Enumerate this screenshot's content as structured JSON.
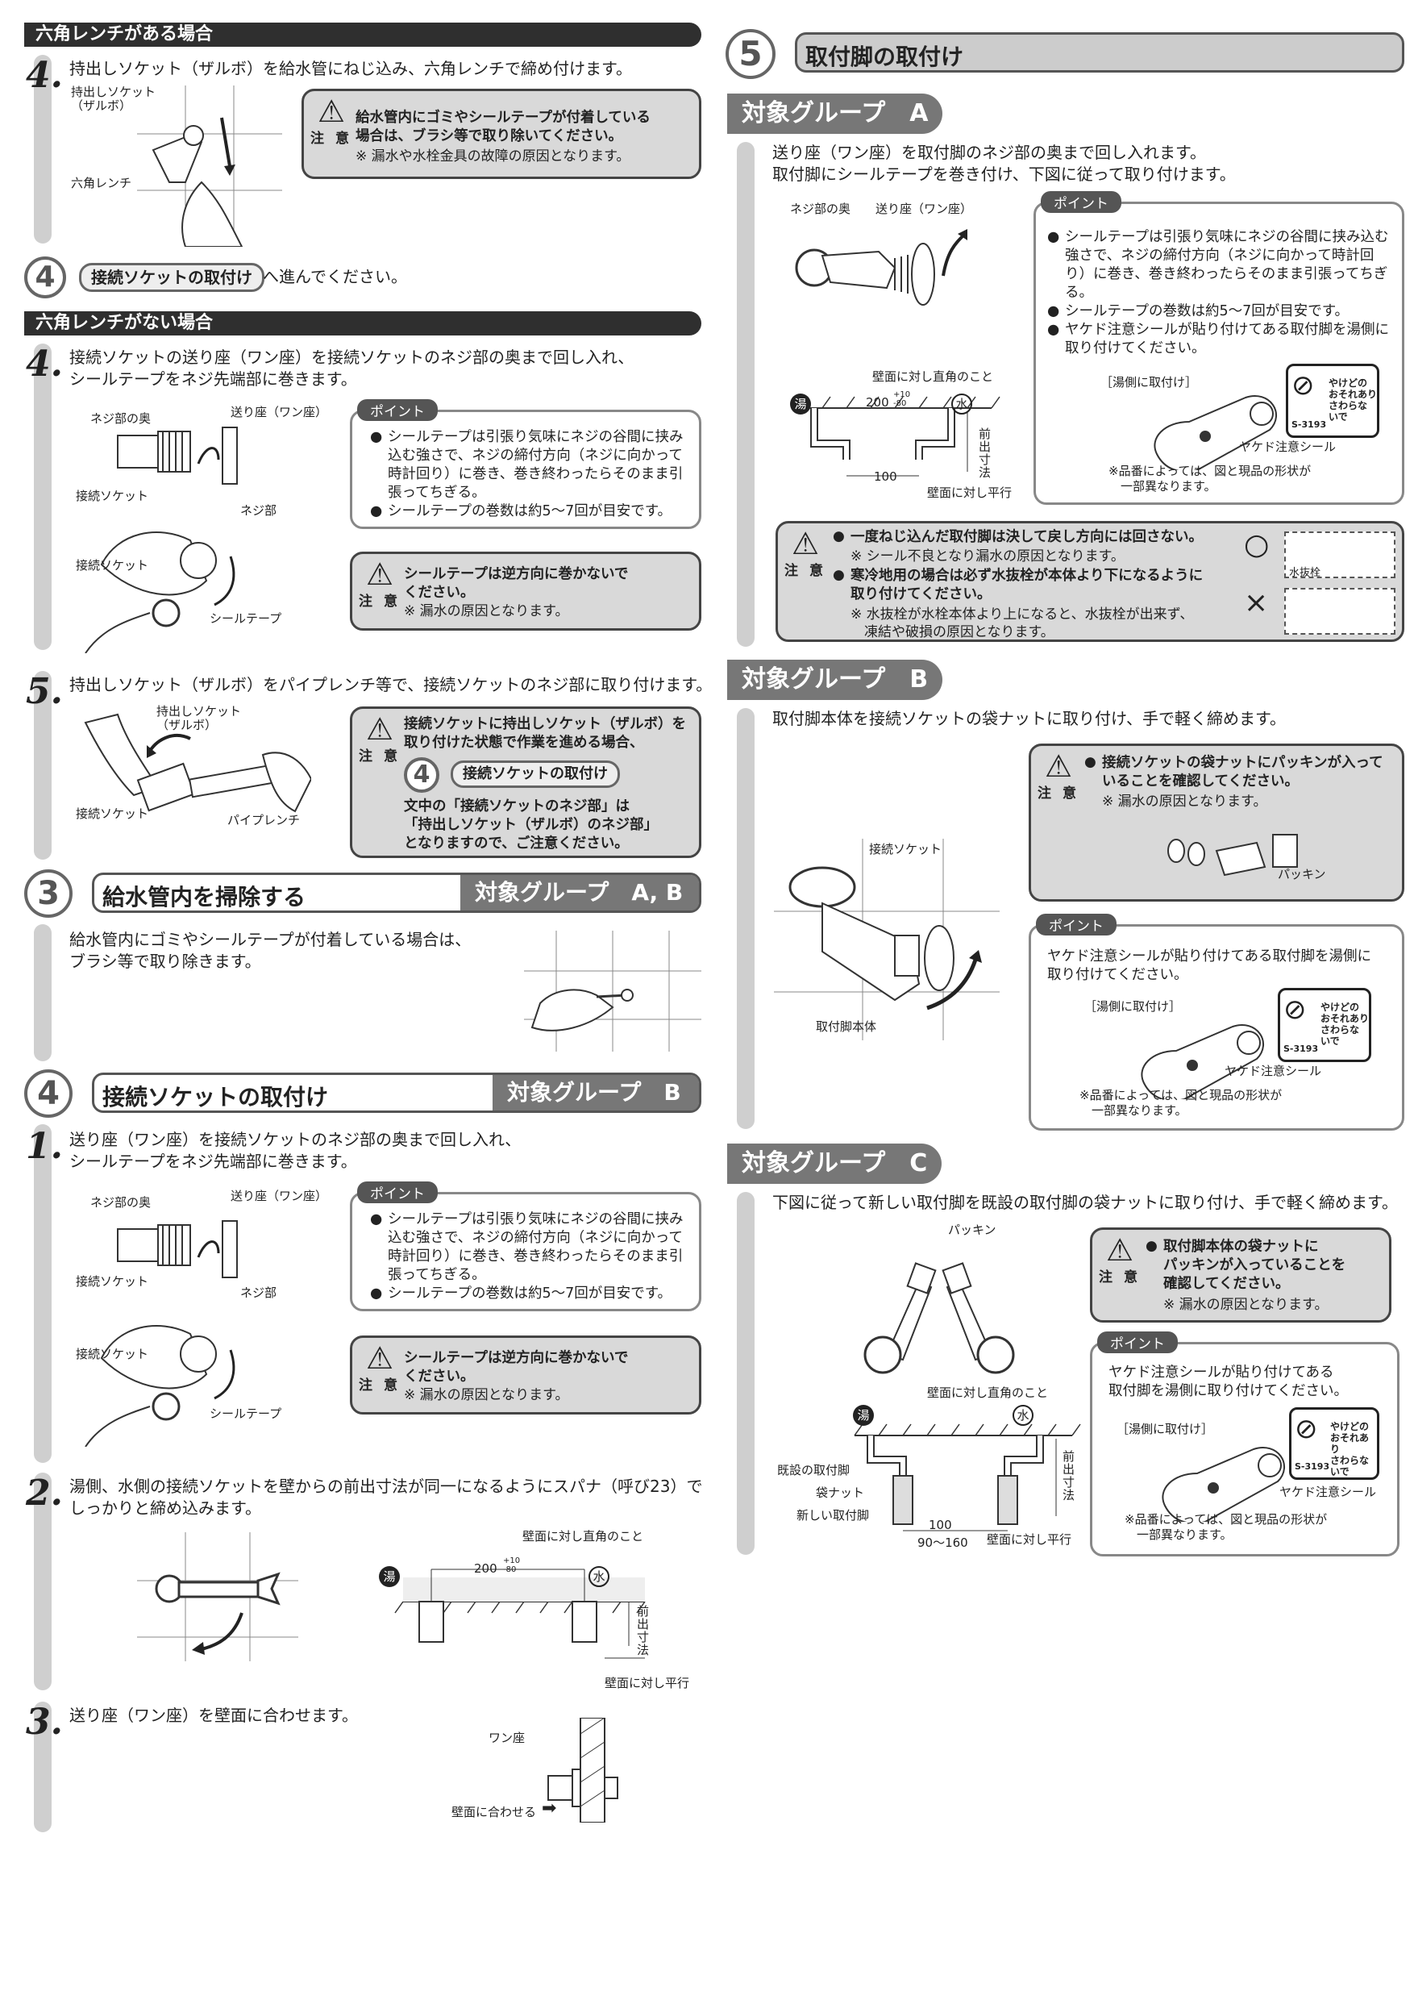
{
  "left": {
    "bar1": "六角レンチがある場合",
    "s4a": {
      "num": "4.",
      "text": "持出しソケット（ザルボ）を給水管にねじ込み、六角レンチで締め付けます。"
    },
    "s4a_labels": {
      "socket": "持出しソケット\n（ザルボ）",
      "wrench": "六角レンチ"
    },
    "caution1": {
      "label": "注 意",
      "body": "給水管内にゴミやシールテープが付着している\n場合は、ブラシ等で取り除いてください。",
      "note": "※ 漏水や水栓金具の故障の原因となります。"
    },
    "goto": {
      "num": "4",
      "pill": "接続ソケットの取付け",
      "after": "へ進んでください。"
    },
    "bar2": "六角レンチがない場合",
    "s4b": {
      "num": "4.",
      "text": "接続ソケットの送り座（ワン座）を接続ソケットのネジ部の奥まで回し入れ、\nシールテープをネジ先端部に巻きます。"
    },
    "fig_labels": {
      "neji_oku": "ネジ部の奥",
      "okuriza": "送り座（ワン座）",
      "socket": "接続ソケット",
      "nejibu": "ネジ部",
      "tape": "シールテープ"
    },
    "point": {
      "tag": "ポイント",
      "items": [
        "シールテープは引張り気味にネジの谷間に挟み込む強さで、ネジの締付方向（ネジに向かって時計回り）に巻き、巻き終わったらそのまま引張ってちぎる。",
        "シールテープの巻数は約5～7回が目安です。"
      ]
    },
    "caution2": {
      "label": "注 意",
      "body": "シールテープは逆方向に巻かないで\nください。",
      "note": "※ 漏水の原因となります。"
    },
    "s5": {
      "num": "5.",
      "text": "持出しソケット（ザルボ）をパイプレンチ等で、接続ソケットのネジ部に取り付けます。"
    },
    "s5_labels": {
      "socket": "持出しソケット\n（ザルボ）",
      "csocket": "接続ソケット",
      "pipe": "パイプレンチ"
    },
    "caution3": {
      "label": "注 意",
      "body1": "接続ソケットに持出しソケット（ザルボ）を\n取り付けた状態で作業を進める場合、",
      "num": "4",
      "pill": "接続ソケットの取付け",
      "body2": "文中の「接続ソケットのネジ部」は\n「持出しソケット（ザルボ）のネジ部」\nとなりますので、ご注意ください。"
    },
    "sec3": {
      "num": "3",
      "title": "給水管内を掃除する",
      "group": "対象グループ　A, B",
      "text": "給水管内にゴミやシールテープが付着している場合は、\nブラシ等で取り除きます。"
    },
    "sec4": {
      "num": "4",
      "title": "接続ソケットの取付け",
      "group": "対象グループ　B"
    },
    "s1": {
      "num": "1.",
      "text": "送り座（ワン座）を接続ソケットのネジ部の奥まで回し入れ、\nシールテープをネジ先端部に巻きます。"
    },
    "s2": {
      "num": "2.",
      "text": "湯側、水側の接続ソケットを壁からの前出寸法が同一になるようにスパナ（呼び23）で\nしっかりと締め込みます。"
    },
    "s2_labels": {
      "right_angle": "壁面に対し直角のこと",
      "dim": "200",
      "tol": "+10\n-80",
      "hot": "湯",
      "cold": "水",
      "maede": "前\n出\n寸\n法",
      "parallel": "壁面に対し平行"
    },
    "s3": {
      "num": "3.",
      "text": "送り座（ワン座）を壁面に合わせます。"
    },
    "s3_labels": {
      "wanza": "ワン座",
      "align": "壁面に合わせる"
    }
  },
  "right": {
    "sec5": {
      "num": "5",
      "title": "取付脚の取付け"
    },
    "gA": {
      "tab": "対象グループ　A",
      "text": "送り座（ワン座）を取付脚のネジ部の奥まで回し入れます。\n取付脚にシールテープを巻き付け、下図に従って取り付けます。"
    },
    "gA_labels": {
      "neji_oku": "ネジ部の奥",
      "okuriza": "送り座（ワン座）",
      "right_angle": "壁面に対し直角のこと",
      "dim": "200",
      "tol": "+10\n-80",
      "hot": "湯",
      "cold": "水",
      "d100": "100",
      "maede": "前\n出\n寸\n法",
      "parallel": "壁面に対し平行"
    },
    "gA_point": {
      "tag": "ポイント",
      "items": [
        "シールテープは引張り気味にネジの谷間に挟み込む強さで、ネジの締付方向（ネジに向かって時計回り）に巻き、巻き終わったらそのまま引張ってちぎる。",
        "シールテープの巻数は約5～7回が目安です。",
        "ヤケド注意シールが貼り付けてある取付脚を湯側に取り付けてください。"
      ],
      "hotside": "［湯側に取付け］",
      "code": "S-3193",
      "warn_sticker": "やけどの\nおそれあり\nさわらないで",
      "seal": "ヤケド注意シール",
      "note": "※品番によっては、図と現品の形状が\n　一部異なります。"
    },
    "gA_caution": {
      "label": "注 意",
      "b1": "一度ねじ込んだ取付脚は決して戻し方向には回さない。",
      "n1": "※ シール不良となり漏水の原因となります。",
      "b2": "寒冷地用の場合は必ず水抜栓が本体より下になるように\n取り付けてください。",
      "n2": "※ 水抜栓が水栓本体より上になると、水抜栓が出来ず、\n　凍結や破損の原因となります。",
      "ok": "○",
      "ng": "×",
      "drain": "水抜栓"
    },
    "gB": {
      "tab": "対象グループ　B",
      "text": "取付脚本体を接続ソケットの袋ナットに取り付け、手で軽く締めます。"
    },
    "gB_labels": {
      "socket": "接続ソケット",
      "body": "取付脚本体"
    },
    "gB_caution": {
      "label": "注 意",
      "body": "接続ソケットの袋ナットにパッキンが入って\nいることを確認してください。",
      "note": "※ 漏水の原因となります。",
      "packing": "パッキン"
    },
    "gB_point": {
      "tag": "ポイント",
      "text": "ヤケド注意シールが貼り付けてある取付脚を湯側に\n取り付けてください。",
      "hotside": "［湯側に取付け］",
      "code": "S-3193",
      "warn_sticker": "やけどの\nおそれあり\nさわらないで",
      "seal": "ヤケド注意シール",
      "note": "※品番によっては、図と現品の形状が\n　一部異なります。"
    },
    "gC": {
      "tab": "対象グループ　C",
      "text": "下図に従って新しい取付脚を既設の取付脚の袋ナットに取り付け、手で軽く締めます。"
    },
    "gC_labels": {
      "packing": "パッキン",
      "right_angle": "壁面に対し直角のこと",
      "hot": "湯",
      "cold": "水",
      "existing": "既設の取付脚",
      "nut": "袋ナット",
      "new": "新しい取付脚",
      "d100": "100",
      "range": "90～160",
      "maede": "前\n出\n寸\n法",
      "parallel": "壁面に対し平行"
    },
    "gC_caution": {
      "label": "注 意",
      "body": "取付脚本体の袋ナットに\nパッキンが入っていることを\n確認してください。",
      "note": "※ 漏水の原因となります。"
    },
    "gC_point": {
      "tag": "ポイント",
      "text": "ヤケド注意シールが貼り付けてある\n取付脚を湯側に取り付けてください。",
      "hotside": "［湯側に取付け］",
      "code": "S-3193",
      "warn_sticker": "やけどの\nおそれあり\nさわらないで",
      "seal": "ヤケド注意シール",
      "note": "※品番によっては、図と現品の形状が\n　一部異なります。"
    }
  }
}
